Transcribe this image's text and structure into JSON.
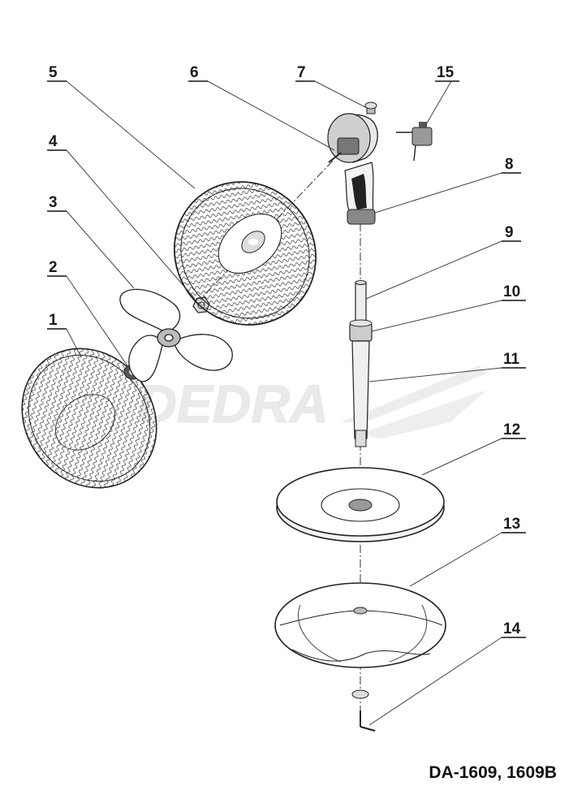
{
  "model_label": "DA-1609, 1609B",
  "parts": [
    {
      "number": "1"
    },
    {
      "number": "2"
    },
    {
      "number": "3"
    },
    {
      "number": "4"
    },
    {
      "number": "5"
    },
    {
      "number": "6"
    },
    {
      "number": "7"
    },
    {
      "number": "8"
    },
    {
      "number": "9"
    },
    {
      "number": "10"
    },
    {
      "number": "11"
    },
    {
      "number": "12"
    },
    {
      "number": "13"
    },
    {
      "number": "14"
    },
    {
      "number": "15"
    }
  ],
  "watermark": "DEDRA",
  "colors": {
    "line": "#222222",
    "watermark": "#e6e6e6",
    "text": "#111111"
  }
}
